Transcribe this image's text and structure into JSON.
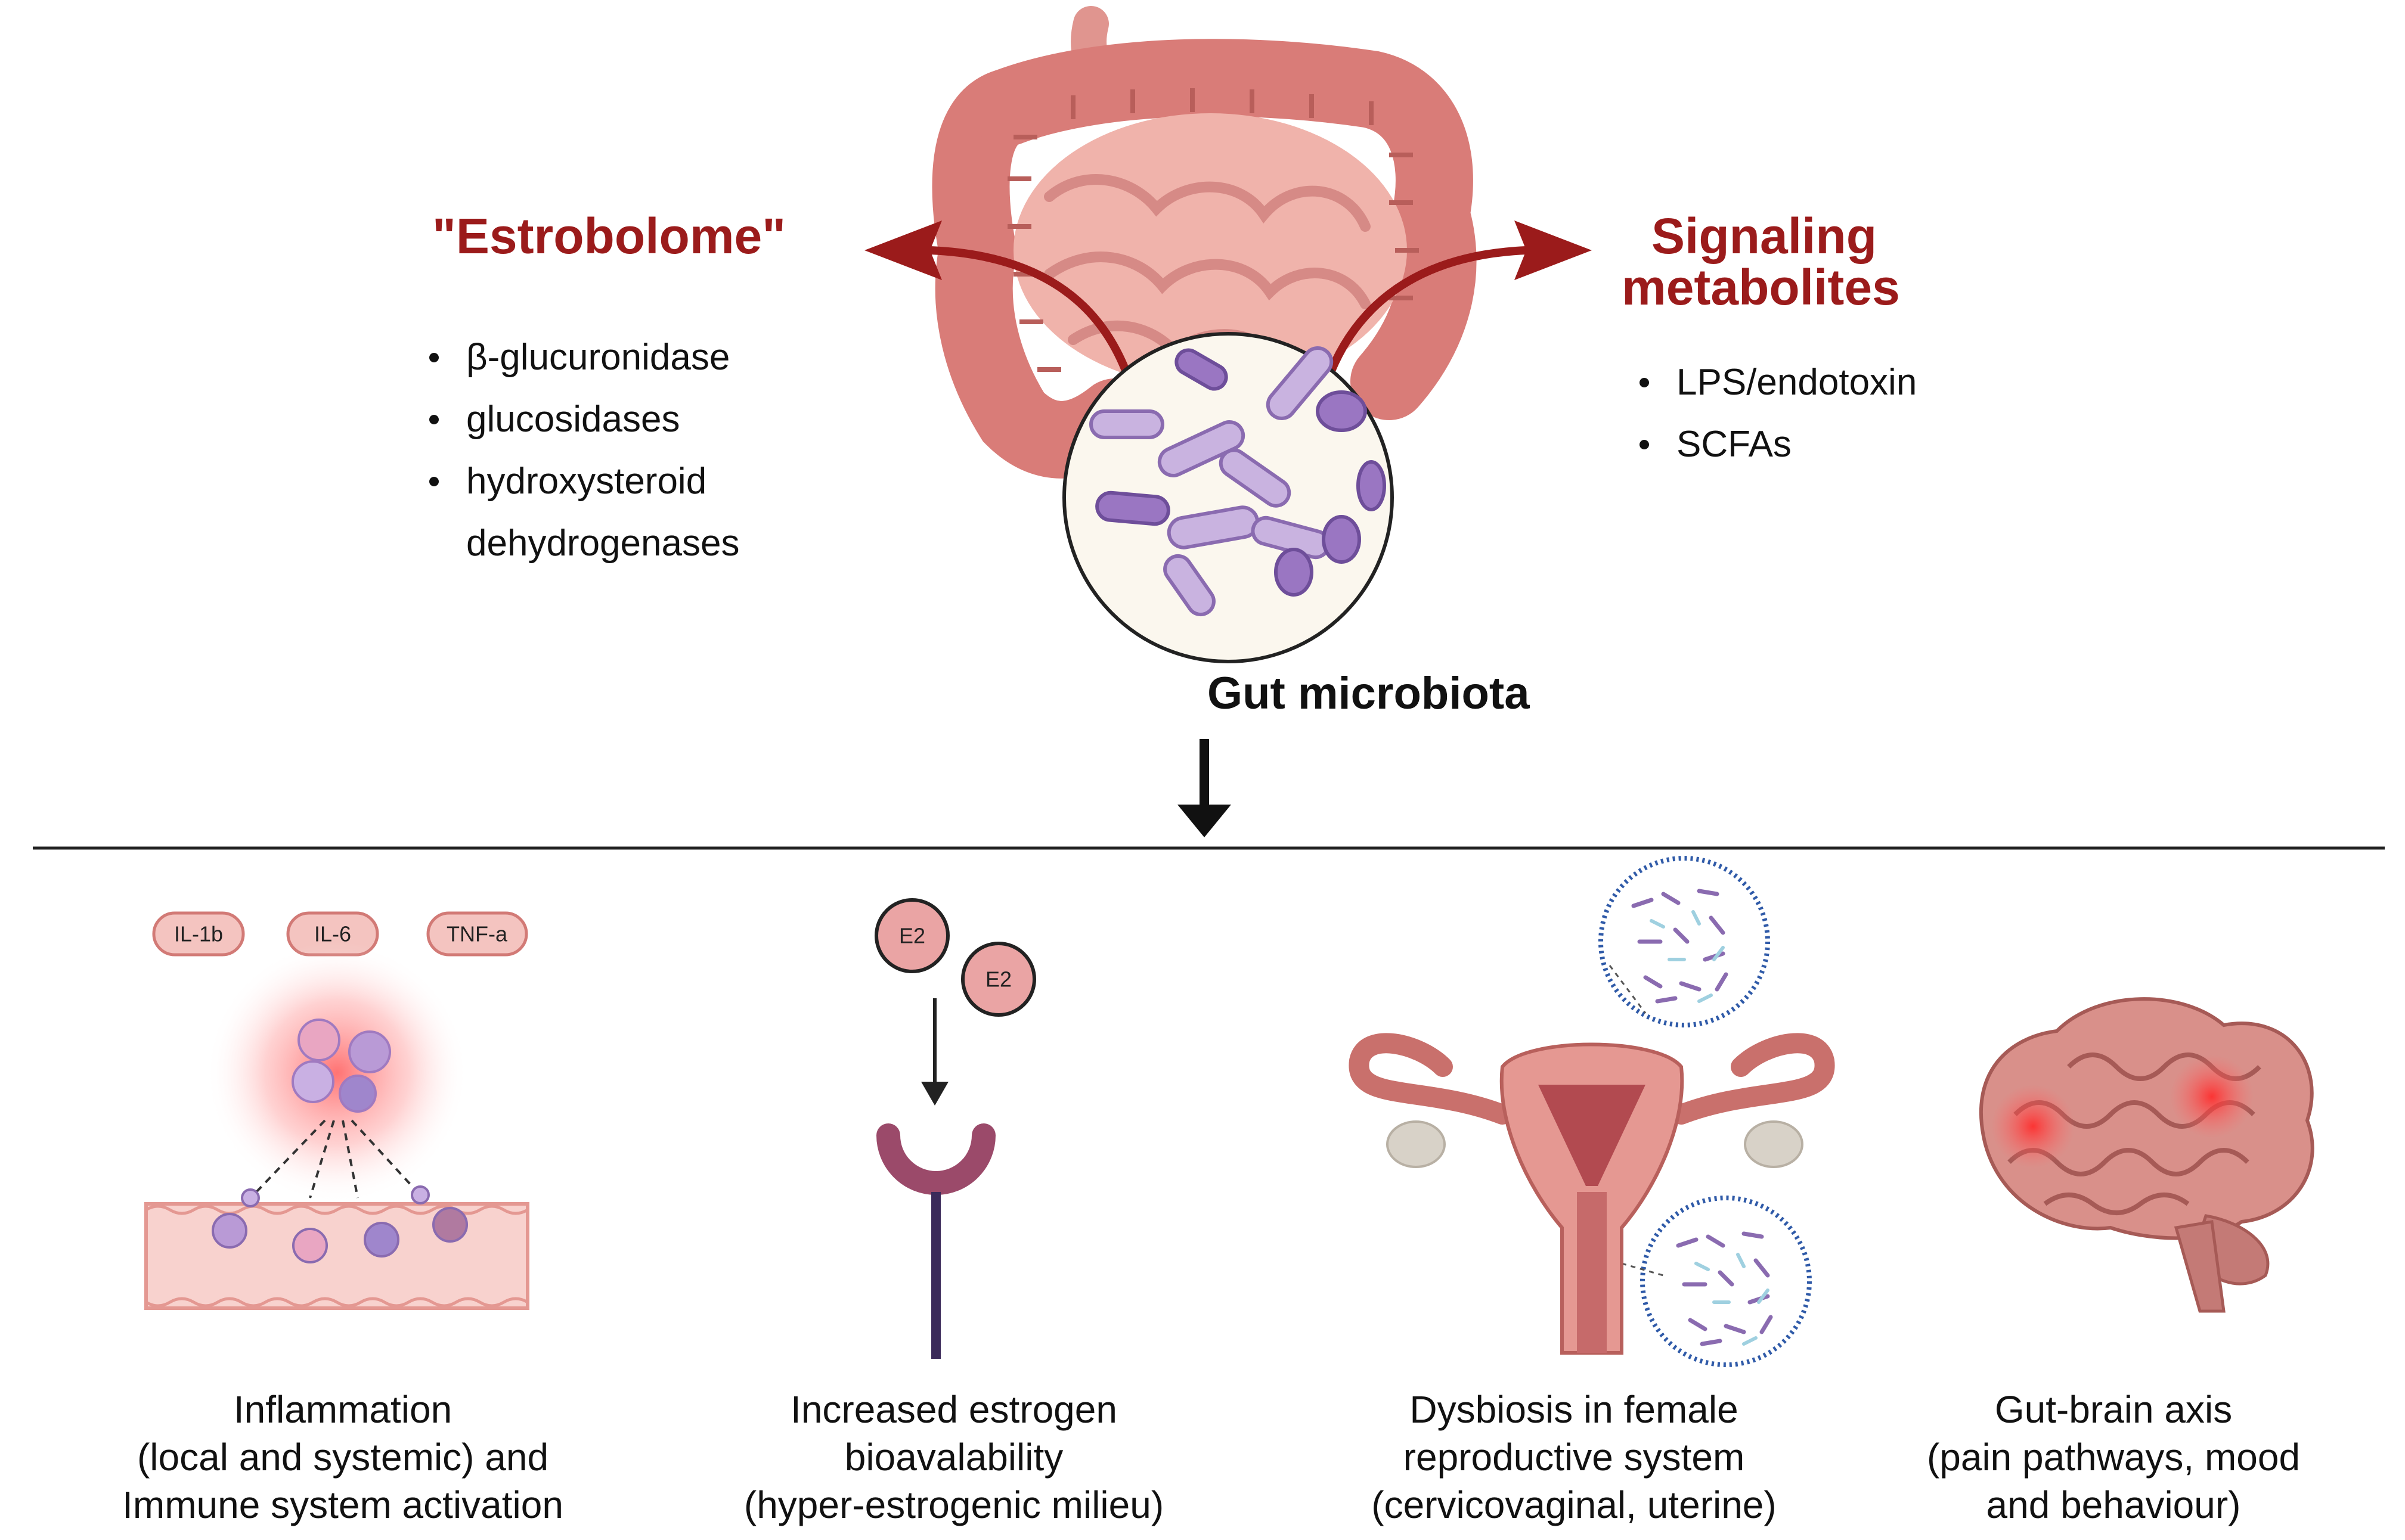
{
  "estrobolome": {
    "title": "\"Estrobolome\"",
    "items": [
      "β-glucuronidase",
      "glucosidases",
      "hydroxysteroid",
      "dehydrogenases"
    ]
  },
  "signaling": {
    "title_line1": "Signaling",
    "title_line2": "metabolites",
    "items": [
      "LPS/endotoxin",
      "SCFAs"
    ]
  },
  "gut_label": "Gut microbiota",
  "cytokines": [
    "IL-1b",
    "IL-6",
    "TNF-a"
  ],
  "estrogen_tokens": [
    "E2",
    "E2"
  ],
  "outcomes": [
    {
      "line1": "Inflammation",
      "line2": "(local and systemic) and",
      "line3": "Immune system activation"
    },
    {
      "line1": "Increased estrogen",
      "line2": "bioavalability",
      "line3": "(hyper-estrogenic milieu)"
    },
    {
      "line1": "Dysbiosis in female",
      "line2": "reproductive system",
      "line3": "(cervicovaginal, uterine)"
    },
    {
      "line1": "Gut-brain axis",
      "line2": "(pain pathways, mood",
      "line3": "and behaviour)"
    }
  ],
  "colors": {
    "accent_red": "#9b1b1b",
    "intestine": "#d9837f",
    "microbe_purple": "#8a6bb0",
    "estrogen_pink": "#eaa4a4",
    "receptor": "#9b4a6a"
  },
  "icons": [
    "intestine-icon",
    "microbiota-magnifier-icon",
    "inflammation-icon",
    "estrogen-receptor-icon",
    "uterus-icon",
    "brain-icon"
  ]
}
